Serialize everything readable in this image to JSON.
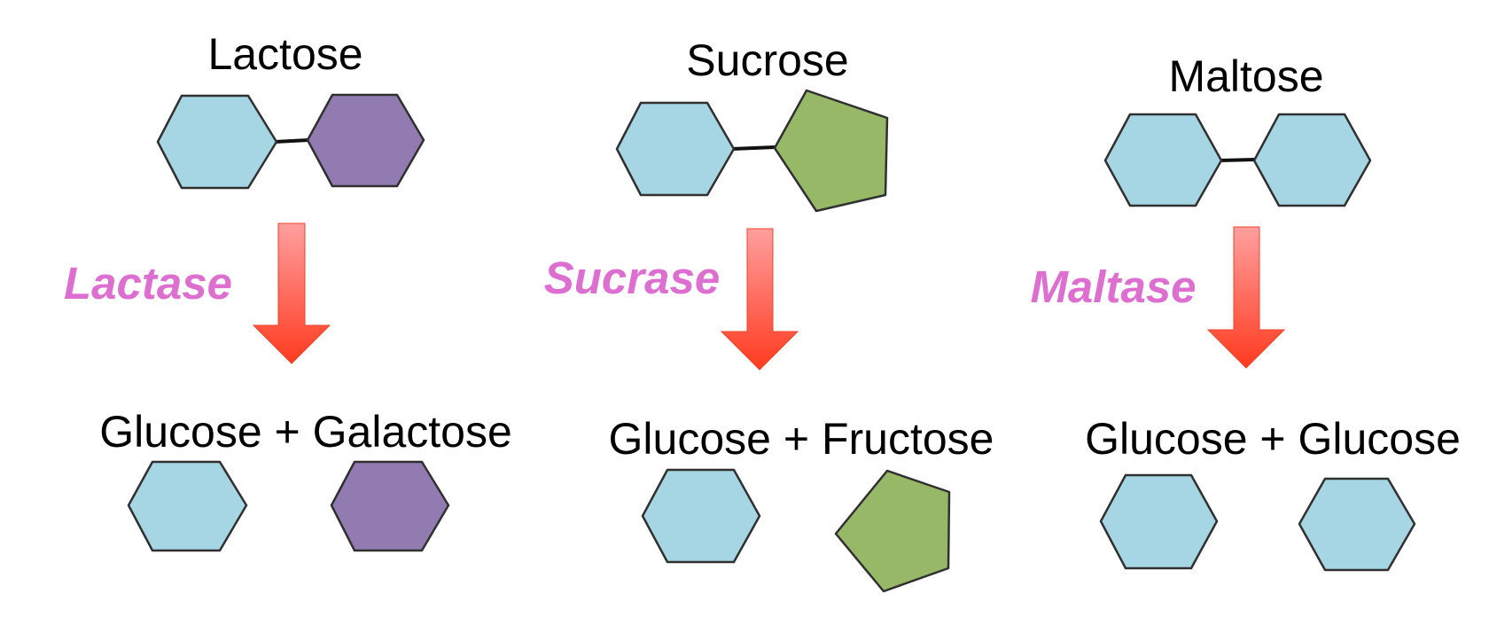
{
  "colors": {
    "glucose": "#a6d6e4",
    "galactose": "#917bb1",
    "fructose": "#97b866",
    "outline": "#303030",
    "bond": "#111111",
    "enzyme_text": "#dd6fd0",
    "arrow_top": "#ff9f9f",
    "arrow_bottom": "#ff3b1f"
  },
  "reactions": [
    {
      "disaccharide": "Lactose",
      "enzyme": "Lactase",
      "products": "Glucose + Galactose",
      "shapes": {
        "left_monomer": {
          "kind": "hexagon-icon",
          "sugar": "glucose"
        },
        "right_monomer": {
          "kind": "hexagon-icon",
          "sugar": "galactose"
        },
        "product_1": {
          "kind": "hexagon-icon",
          "sugar": "glucose"
        },
        "product_2": {
          "kind": "hexagon-icon",
          "sugar": "galactose"
        }
      }
    },
    {
      "disaccharide": "Sucrose",
      "enzyme": "Sucrase",
      "products": "Glucose + Fructose",
      "shapes": {
        "left_monomer": {
          "kind": "hexagon-icon",
          "sugar": "glucose"
        },
        "right_monomer": {
          "kind": "pentagon-icon",
          "sugar": "fructose"
        },
        "product_1": {
          "kind": "hexagon-icon",
          "sugar": "glucose"
        },
        "product_2": {
          "kind": "pentagon-icon",
          "sugar": "fructose"
        }
      }
    },
    {
      "disaccharide": "Maltose",
      "enzyme": "Maltase",
      "products": "Glucose + Glucose",
      "shapes": {
        "left_monomer": {
          "kind": "hexagon-icon",
          "sugar": "glucose"
        },
        "right_monomer": {
          "kind": "hexagon-icon",
          "sugar": "glucose"
        },
        "product_1": {
          "kind": "hexagon-icon",
          "sugar": "glucose"
        },
        "product_2": {
          "kind": "hexagon-icon",
          "sugar": "glucose"
        }
      }
    }
  ]
}
